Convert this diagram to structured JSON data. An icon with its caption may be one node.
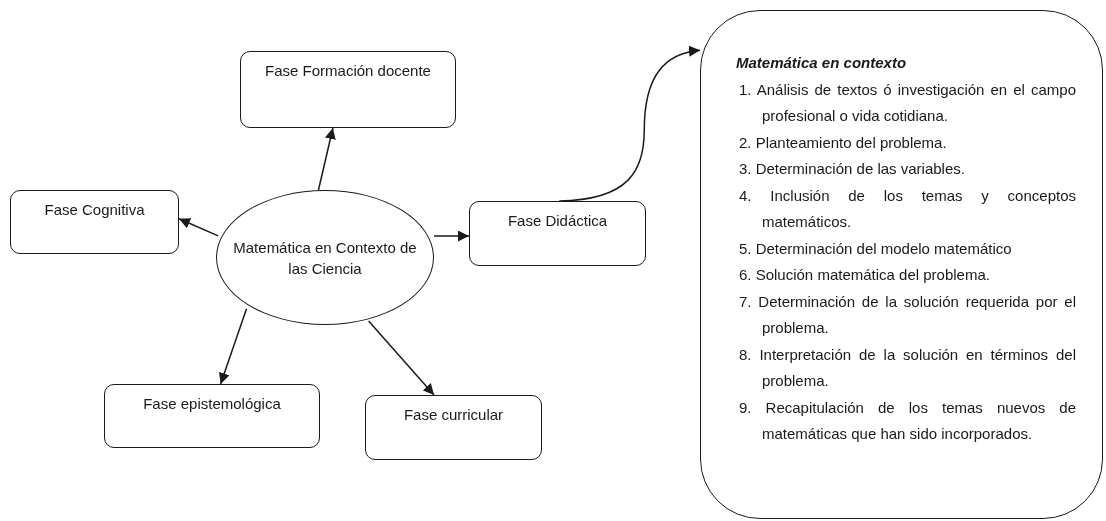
{
  "diagram": {
    "nodes": [
      {
        "text": [
          "Matemática en Contexto de las Ciencia"
        ]
      },
      {
        "text": [
          "Fase Formación docente"
        ]
      },
      {
        "text": [
          "Fase Cognitiva"
        ]
      },
      {
        "text": [
          "Fase Didáctica"
        ]
      },
      {
        "text": [
          "Fase epistemológica"
        ]
      },
      {
        "text": [
          "Fase curricular"
        ]
      },
      {
        "text": [
          "Matemática en contexto",
          "1. Análisis de textos ó investigación en el campo profesional o vida cotidiana.",
          "2. Planteamiento del problema.",
          "3. Determinación de las variables.",
          "4. Inclusión de los temas y conceptos matemáticos.",
          "5. Determinación del modelo matemático",
          "6. Solución matemática del problema.",
          "7. Determinación de la solución requerida por el problema.",
          "8. Interpretación de la solución en términos del problema.",
          "9. Recapitulación de los temas nuevos de matemáticas que han sido incorporados."
        ]
      }
    ],
    "edges": [
      {
        "from": 0,
        "to": 1,
        "arrow": "to"
      },
      {
        "from": 0,
        "to": 2,
        "arrow": "to"
      },
      {
        "from": 0,
        "to": 3,
        "arrow": "to"
      },
      {
        "from": 0,
        "to": 4,
        "arrow": "to"
      },
      {
        "from": 0,
        "to": 5,
        "arrow": "to"
      },
      {
        "from": 3,
        "to": 6,
        "arrow": "to"
      }
    ]
  }
}
